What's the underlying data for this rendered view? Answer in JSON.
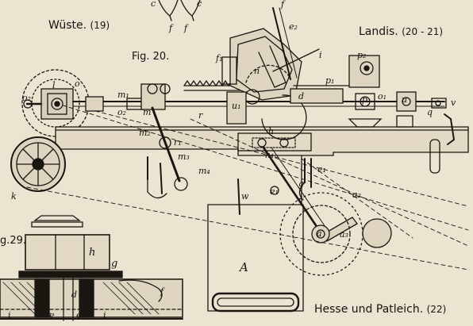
{
  "captions": {
    "wuste": "Wüste.",
    "wuste_ref": "(19)",
    "landis": "Landis.",
    "landis_ref": "(20 - 21)",
    "hesse": "Hesse und Patleich.",
    "hesse_ref": "(22)"
  },
  "figures": {
    "fig20": "Fig. 20.",
    "fig29": "g.29."
  },
  "labels": {
    "l": "l",
    "o": "o",
    "o2": "o₂",
    "o2b": "o₂",
    "m1": "m₁",
    "m": "m",
    "m2": "m₂",
    "r1": "r₁",
    "m3": "m₃",
    "m4": "m₄",
    "r": "r",
    "u1": "u₁",
    "h": "h",
    "h1": "h₁",
    "d": "d",
    "p1": "p₁",
    "p2": "p₂",
    "p": "p",
    "o1": "o₁",
    "u": "u",
    "q": "q",
    "v": "v",
    "i": "i",
    "f": "f",
    "e2": "e₂",
    "f1": "f₁",
    "n": "n",
    "k": "k",
    "w": "w",
    "e1": "e₁",
    "e1b": "e₁",
    "g": "g",
    "a2": "a₂",
    "a": "a",
    "a3": "a₃",
    "A": "A",
    "top_c1": "c",
    "top_c2": "c",
    "top_f1": "f",
    "top_f2": "f",
    "bolt_h": "h",
    "bolt_g": "g",
    "bolt_d": "d",
    "bolt_f": "f",
    "bolt_i1": "i",
    "bolt_e1": "e",
    "bolt_e2": "e",
    "bolt_i2": "i"
  }
}
